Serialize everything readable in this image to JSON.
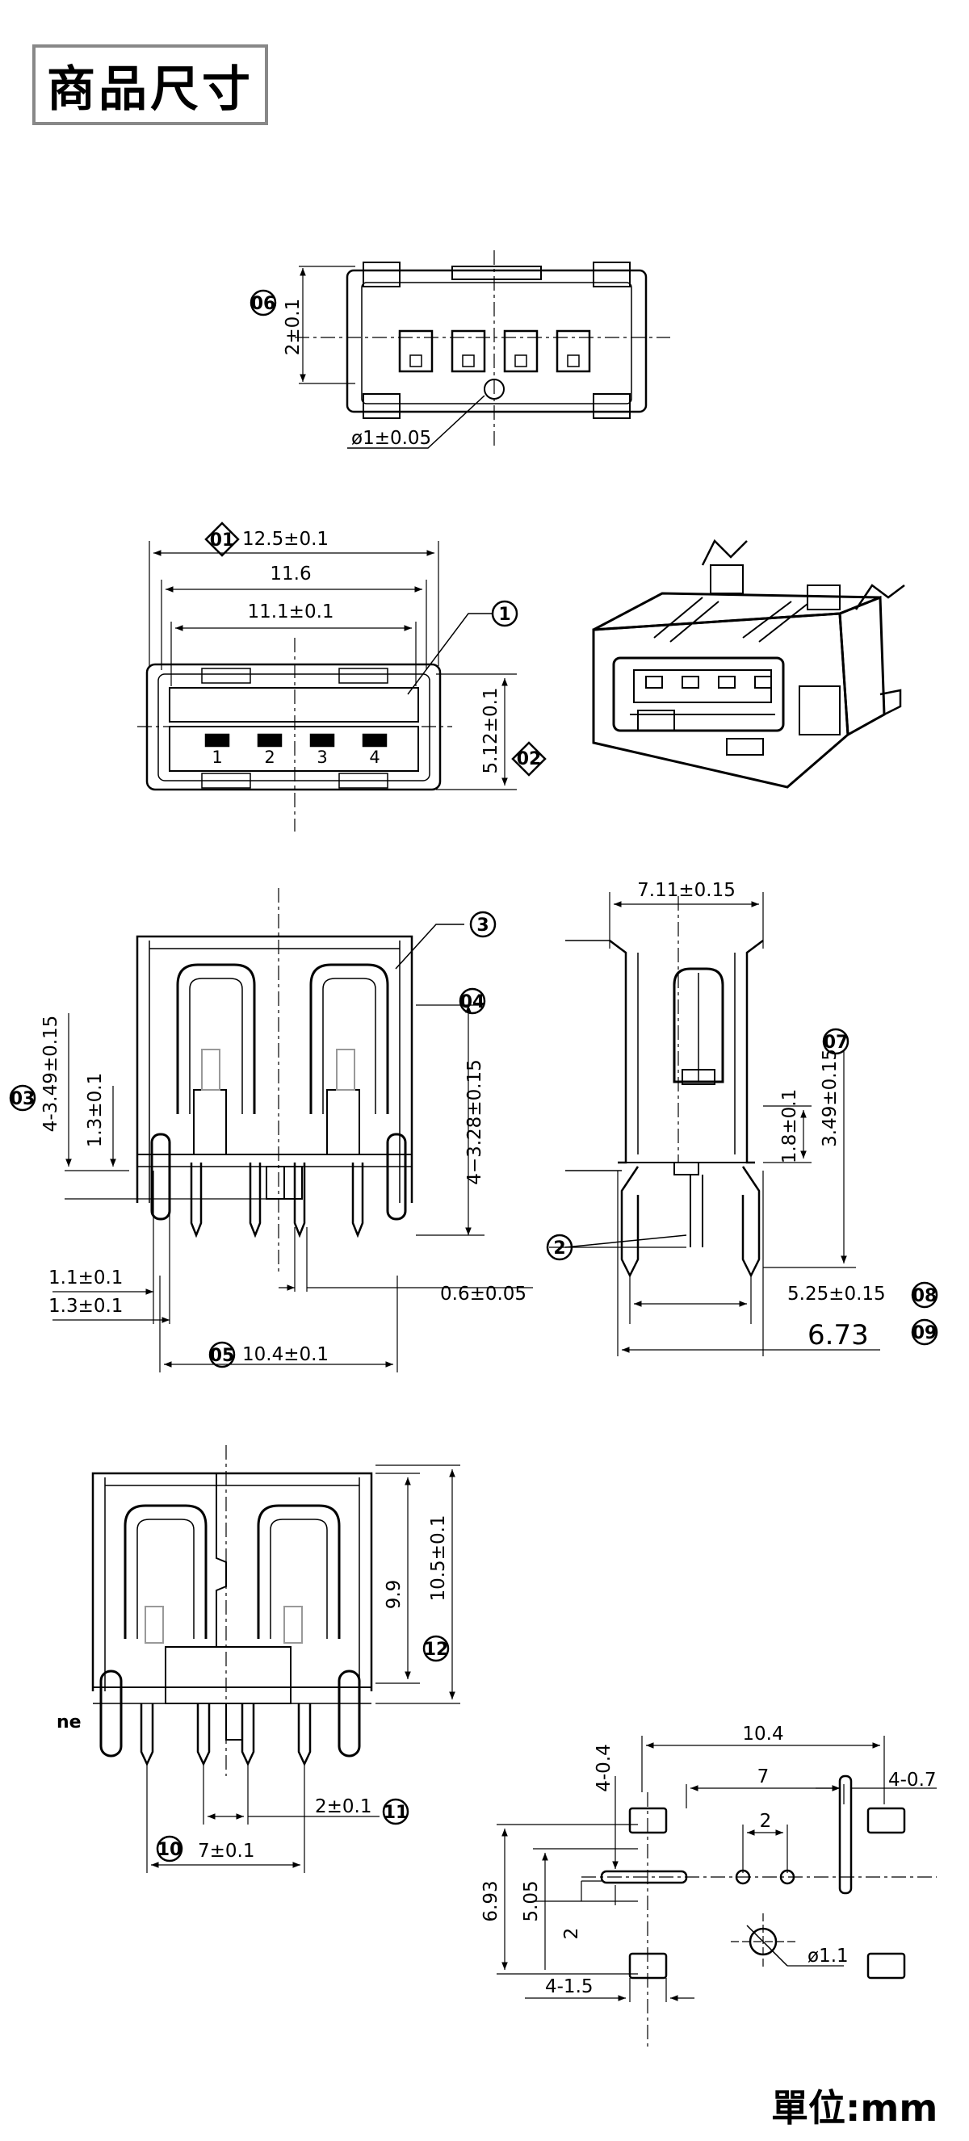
{
  "title": "商品尺寸",
  "unit": "單位:mm",
  "view_top": {
    "dim_height": "2±0.1",
    "dim_hole": "ø1±0.05",
    "callout": "06"
  },
  "view_front": {
    "dim_outer": "12.5±0.1",
    "dim_mid": "11.6",
    "dim_inner": "11.1±0.1",
    "dim_height": "5.12±0.1",
    "callout_1": "01",
    "callout_2": "02",
    "balloon": "1",
    "pins": [
      "1",
      "2",
      "3",
      "4"
    ]
  },
  "view_side_left": {
    "dim_hook_height": "4-3.49±0.15",
    "dim_pin_height": "1.3±0.1",
    "dim_right_height": "4−3.28±0.15",
    "dim_pin_width_1": "1.1±0.1",
    "dim_pin_width_2": "1.3±0.1",
    "dim_pin_thickness": "0.6±0.05",
    "dim_pin_span": "10.4±0.1",
    "callout_3": "03",
    "callout_4": "04",
    "callout_5": "05",
    "balloon": "3"
  },
  "view_side_right": {
    "dim_top_width": "7.11±0.15",
    "dim_step": "1.8±0.1",
    "dim_height": "3.49±0.15",
    "dim_pin_span": "5.25±0.15",
    "dim_overall": "6.73",
    "callout_7": "07",
    "callout_8": "08",
    "callout_9": "09",
    "balloon": "2"
  },
  "view_back": {
    "dim_inner_height": "9.9",
    "dim_outer_height": "10.5±0.1",
    "dim_pin_pitch": "2±0.1",
    "dim_pin_span": "7±0.1",
    "callout_10": "10",
    "callout_11": "11",
    "callout_12": "12",
    "mark": "ne"
  },
  "footprint": {
    "dim_total_width": "10.4",
    "dim_inner_width": "7",
    "dim_pitch": "2",
    "dim_slot_width": "4-0.7",
    "dim_slot_length": "4-0.4",
    "dim_total_height": "6.93",
    "dim_inner_height": "5.05",
    "dim_offset": "2",
    "dim_slot_len_bottom": "4-1.5",
    "dim_hole": "ø1.1"
  }
}
